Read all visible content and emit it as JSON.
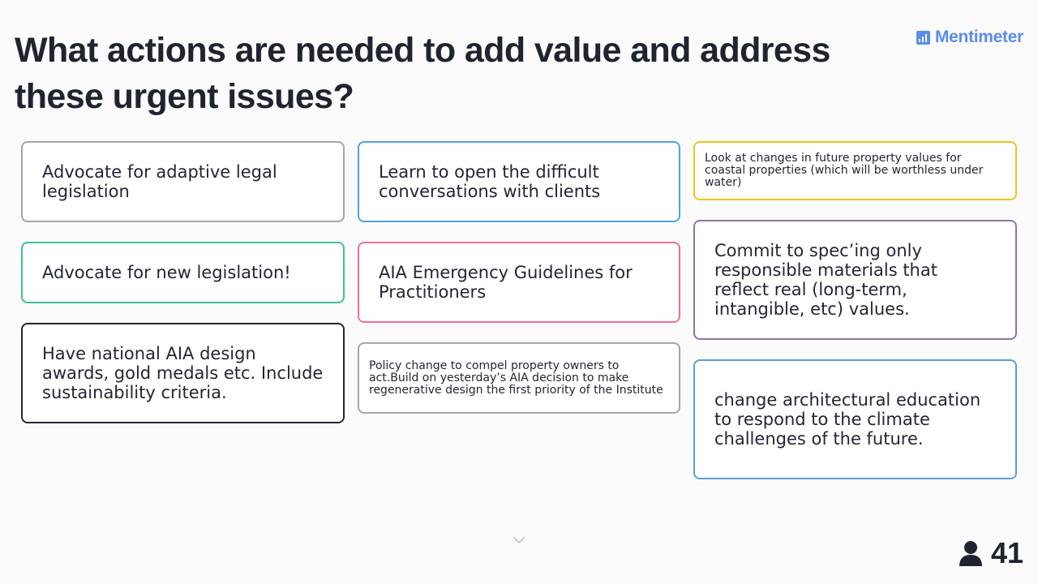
{
  "slide": {
    "question": "What actions are needed to add value and address these urgent issues?"
  },
  "brand": {
    "name": "Mentimeter",
    "icon": "mentimeter-logo-icon",
    "color": "#5b8de8"
  },
  "responses": [
    {
      "text": "Advocate for adaptive legal legislation",
      "border_color": "#a3a6ae"
    },
    {
      "text": "Advocate for new legislation!",
      "border_color": "#3cc48d"
    },
    {
      "text": "Have national AIA design awards, gold medals etc. Include sustainability criteria.",
      "border_color": "#222733"
    },
    {
      "text": "Learn to open the difficult conversations with clients",
      "border_color": "#4fa3e0"
    },
    {
      "text": "AIA Emergency Guidelines for Practitioners",
      "border_color": "#ef6f9a"
    },
    {
      "text": "Policy change to compel property owners to act.Build on yesterday’s AIA decision to make regenerative design the first priority of the Institute",
      "border_color": "#a3a6ae"
    },
    {
      "text": "Look at changes in future property values for coastal properties (which will be worthless under water)",
      "border_color": "#f0c419"
    },
    {
      "text": "Commit to spec’ing only responsible materials that reflect real (long-term, intangible, etc) values.",
      "border_color": "#8e73a8"
    },
    {
      "text": "change architectural education to respond to the climate challenges of the future.",
      "border_color": "#5a9fd6"
    }
  ],
  "footer": {
    "participant_count": "41",
    "participant_icon": "person-icon",
    "scroll_icon": "chevron-down-icon"
  }
}
